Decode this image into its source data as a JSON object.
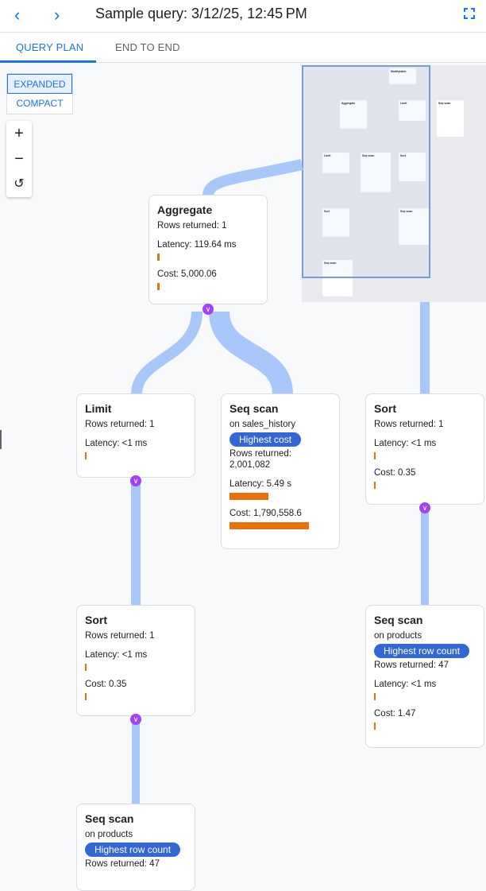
{
  "header": {
    "title": "Sample query: 3/12/25, 12:45 PM",
    "back_icon": "chevron-left-icon",
    "forward_icon": "chevron-right-icon",
    "fullscreen_icon": "fullscreen-icon"
  },
  "tabs": [
    {
      "label": "QUERY PLAN",
      "active": true
    },
    {
      "label": "END TO END",
      "active": false
    }
  ],
  "view_mode": {
    "options": [
      "EXPANDED",
      "COMPACT"
    ],
    "selected": "EXPANDED"
  },
  "zoom_controls": {
    "zoom_in": "+",
    "zoom_out": "−",
    "reset": "↺"
  },
  "colors": {
    "accent": "#1a73e8",
    "bar": "#e8710a",
    "badge": "#3367d6",
    "edge": "#a8c7fa",
    "expander": "#a142f4"
  },
  "nodes": {
    "aggregate": {
      "title": "Aggregate",
      "rows": "Rows returned: 1",
      "latency": "Latency: 119.64 ms",
      "cost": "Cost: 5,000.06"
    },
    "limit": {
      "title": "Limit",
      "rows": "Rows returned: 1",
      "latency": "Latency: <1 ms"
    },
    "seq_sales": {
      "title": "Seq scan",
      "on": "on sales_history",
      "badge": "Highest cost",
      "rows": "Rows returned: 2,001,082",
      "latency": "Latency: 5.49 s",
      "cost": "Cost: 1,790,558.6"
    },
    "sort_right": {
      "title": "Sort",
      "rows": "Rows returned: 1",
      "latency": "Latency: <1 ms",
      "cost": "Cost: 0.35"
    },
    "sort_left": {
      "title": "Sort",
      "rows": "Rows returned: 1",
      "latency": "Latency: <1 ms",
      "cost": "Cost: 0.35"
    },
    "seq_products_right": {
      "title": "Seq scan",
      "on": "on products",
      "badge": "Highest row count",
      "rows": "Rows returned: 47",
      "latency": "Latency: <1 ms",
      "cost": "Cost: 1.47"
    },
    "seq_products_left": {
      "title": "Seq scan",
      "on": "on products",
      "badge": "Highest row count",
      "rows": "Rows returned: 47"
    }
  },
  "minimap": {
    "nodes": [
      "Modifytable",
      "Aggregate",
      "Limit",
      "Seq scan",
      "Limit",
      "Seq scan",
      "Sort",
      "Sort",
      "Seq scan",
      "Seq scan"
    ]
  }
}
